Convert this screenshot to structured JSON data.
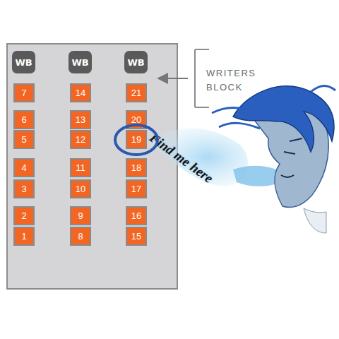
{
  "diagram": {
    "nodes": [
      {
        "text": [
          "WB"
        ]
      },
      {
        "text": [
          "WB"
        ]
      },
      {
        "text": [
          "WB"
        ]
      },
      {
        "text": [
          "7"
        ]
      },
      {
        "text": [
          "14"
        ]
      },
      {
        "text": [
          "21"
        ]
      },
      {
        "text": [
          "6"
        ]
      },
      {
        "text": [
          "13"
        ]
      },
      {
        "text": [
          "20"
        ]
      },
      {
        "text": [
          "5"
        ]
      },
      {
        "text": [
          "12"
        ]
      },
      {
        "text": [
          "19"
        ]
      },
      {
        "text": [
          "4"
        ]
      },
      {
        "text": [
          "11"
        ]
      },
      {
        "text": [
          "18"
        ]
      },
      {
        "text": [
          "3"
        ]
      },
      {
        "text": [
          "10"
        ]
      },
      {
        "text": [
          "17"
        ]
      },
      {
        "text": [
          "2"
        ]
      },
      {
        "text": [
          "9"
        ]
      },
      {
        "text": [
          "16"
        ]
      },
      {
        "text": [
          "1"
        ]
      },
      {
        "text": [
          "8"
        ]
      },
      {
        "text": [
          "15"
        ]
      }
    ],
    "labels": [
      "WRITERS BLOCK",
      "Find me here"
    ]
  }
}
